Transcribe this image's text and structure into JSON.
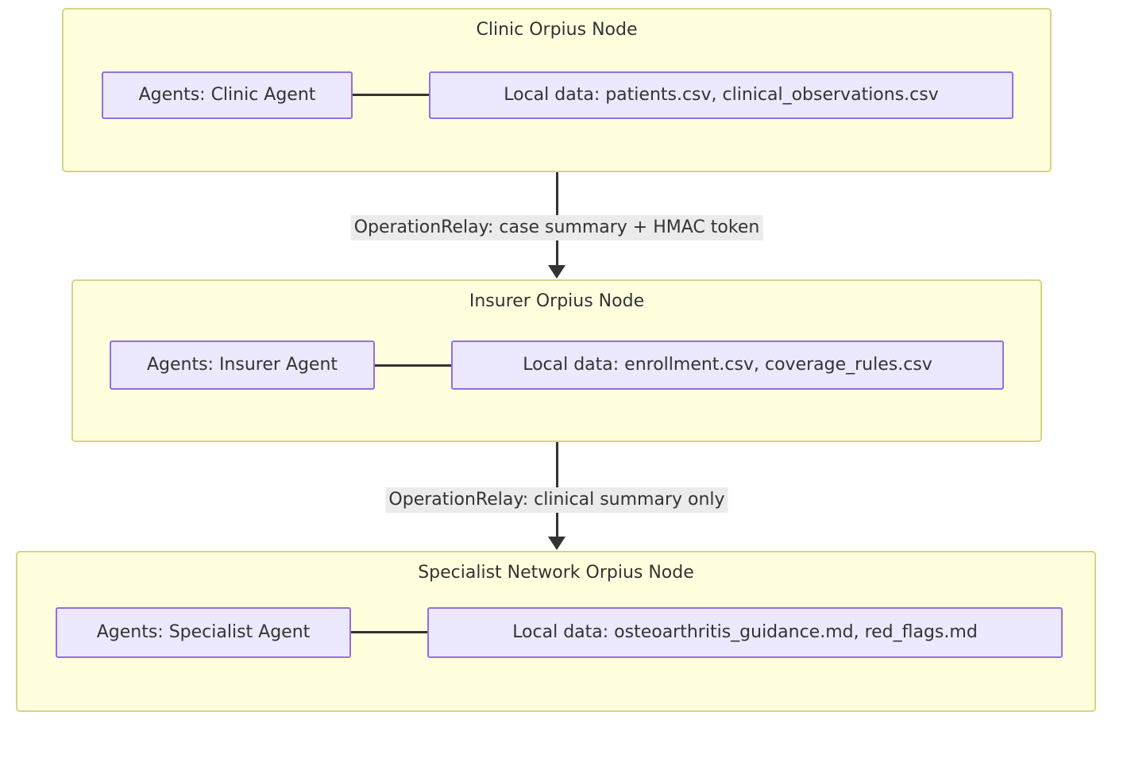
{
  "diagram": {
    "type": "flowchart",
    "direction": "top-to-bottom",
    "background_color": "#ffffff",
    "cluster_fill": "#ffffde",
    "cluster_border": "#d4d487",
    "node_fill": "#ece8fd",
    "node_border": "#9370db",
    "edge_color": "#333333",
    "edge_label_background": "#ebebeb",
    "text_color": "#333333"
  },
  "clusters": [
    {
      "id": "clinic",
      "title": "Clinic Orpius Node",
      "agent_node": "Agents: Clinic Agent",
      "data_node": "Local data: patients.csv, clinical_observations.csv"
    },
    {
      "id": "insurer",
      "title": "Insurer Orpius Node",
      "agent_node": "Agents: Insurer Agent",
      "data_node": "Local data: enrollment.csv, coverage_rules.csv"
    },
    {
      "id": "specialist",
      "title": "Specialist Network Orpius Node",
      "agent_node": "Agents: Specialist Agent",
      "data_node": "Local data: osteoarthritis_guidance.md, red_flags.md"
    }
  ],
  "edges": [
    {
      "id": "clinic-to-insurer",
      "from": "clinic",
      "to": "insurer",
      "label": "OperationRelay: case summary + HMAC token"
    },
    {
      "id": "insurer-to-specialist",
      "from": "insurer",
      "to": "specialist",
      "label": "OperationRelay: clinical summary only"
    }
  ]
}
